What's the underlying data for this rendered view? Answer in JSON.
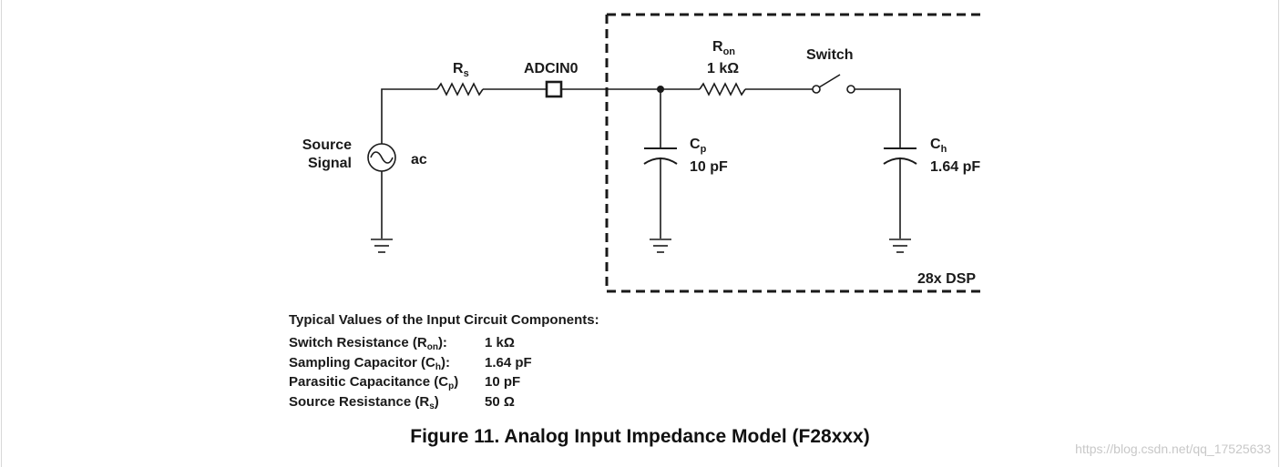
{
  "diagram": {
    "rs_label": "R",
    "rs_sub": "s",
    "adcin_label": "ADCIN0",
    "source_label_line1": "Source",
    "source_label_line2": "Signal",
    "ac_label": "ac",
    "ron_label": "R",
    "ron_sub": "on",
    "ron_value": "1 kΩ",
    "switch_label": "Switch",
    "cp_label": "C",
    "cp_sub": "p",
    "cp_value": "10 pF",
    "ch_label": "C",
    "ch_sub": "h",
    "ch_value": "1.64 pF",
    "dsp_label": "28x DSP"
  },
  "table": {
    "header": "Typical Values of the Input Circuit Components:",
    "rows": [
      {
        "label_pre": "Switch Resistance (R",
        "label_sub": "on",
        "label_post": "):",
        "value": "1 kΩ"
      },
      {
        "label_pre": "Sampling Capacitor (C",
        "label_sub": "h",
        "label_post": "):",
        "value": "1.64 pF"
      },
      {
        "label_pre": "Parasitic Capacitance (C",
        "label_sub": "p",
        "label_post": ")",
        "value": "10 pF"
      },
      {
        "label_pre": "Source Resistance (R",
        "label_sub": "s",
        "label_post": ")",
        "value": "50 Ω"
      }
    ]
  },
  "caption": "Figure 11. Analog Input Impedance Model (F28xxx)",
  "watermark": "https://blog.csdn.net/qq_17525633"
}
